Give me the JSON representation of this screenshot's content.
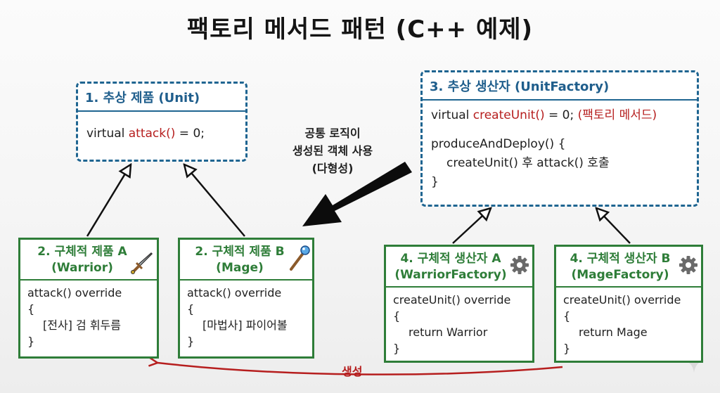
{
  "title": "팩토리 메서드 패턴 (C++ 예제)",
  "abstract_product": {
    "header": "1. 추상 제품 (Unit)",
    "body_prefix": "virtual ",
    "body_method": "attack()",
    "body_suffix": " = 0;"
  },
  "abstract_creator": {
    "header": "3. 추상 생산자 (UnitFactory)",
    "line1_prefix": "virtual ",
    "line1_method": "createUnit()",
    "line1_suffix": " = 0;",
    "line1_note": "(팩토리 메서드)",
    "line2": "produceAndDeploy() {",
    "line3": "createUnit() 후 attack() 호출",
    "line4": "}"
  },
  "note": {
    "line1": "공통 로직이",
    "line2": "생성된 객체 사용",
    "line3": "(다형성)"
  },
  "concrete_products": [
    {
      "line1": "2. 구체적 제품 A",
      "line2": "(Warrior)",
      "method": "attack() override",
      "open": "{",
      "content": "[전사] 검 휘두름",
      "close": "}",
      "icon": "sword-icon"
    },
    {
      "line1": "2. 구체적 제품 B",
      "line2": "(Mage)",
      "method": "attack() override",
      "open": "{",
      "content": "[마법사] 파이어볼",
      "close": "}",
      "icon": "staff-icon"
    }
  ],
  "concrete_creators": [
    {
      "line1": "4. 구체적 생산자 A",
      "line2": "(WarriorFactory)",
      "method": "createUnit() override",
      "open": "{",
      "content": "return Warrior",
      "close": "}",
      "icon": "gear-icon"
    },
    {
      "line1": "4. 구체적 생산자 B",
      "line2": "(MageFactory)",
      "method": "createUnit() override",
      "open": "{",
      "content": "return Mage",
      "close": "}",
      "icon": "gear-icon"
    }
  ],
  "create_label": "생성",
  "colors": {
    "abstract_border": "#1f6591",
    "concrete_border": "#2e7d38",
    "highlight": "#b61e1e"
  }
}
